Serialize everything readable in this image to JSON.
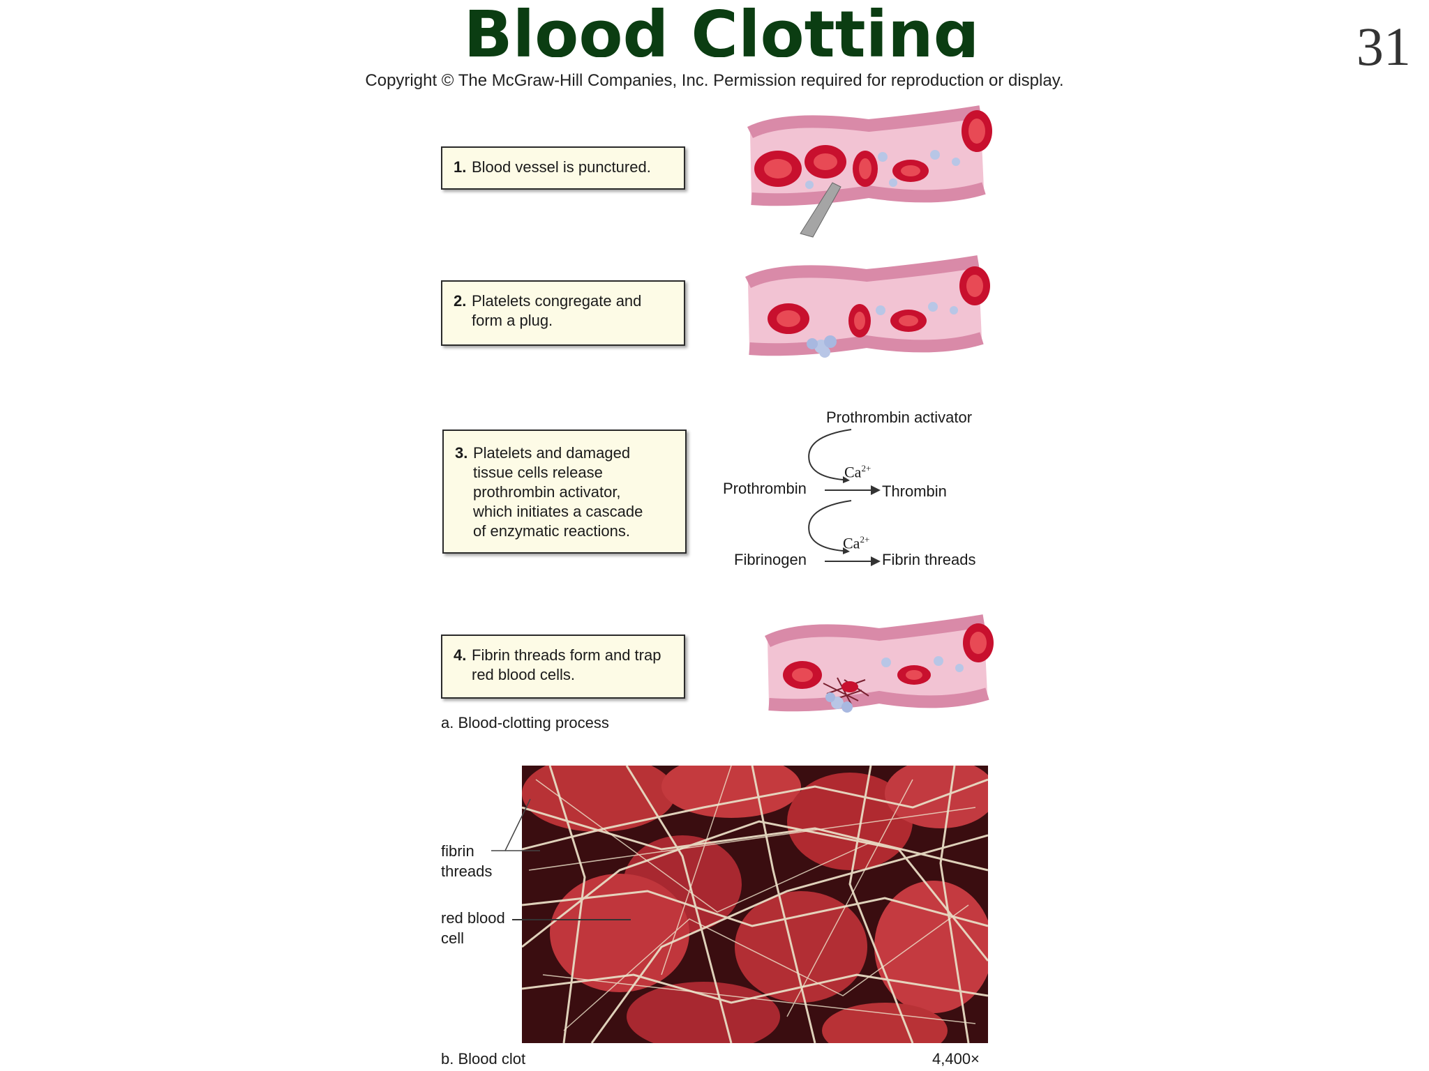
{
  "slide": {
    "title": "Blood Clotting",
    "number": "31",
    "copyright": "Copyright © The McGraw-Hill Companies, Inc. Permission required for reproduction or display."
  },
  "steps": [
    {
      "num": "1.",
      "text": "Blood vessel is punctured."
    },
    {
      "num": "2.",
      "text": "Platelets congregate and\nform a plug."
    },
    {
      "num": "3.",
      "text": "Platelets and damaged\ntissue cells release\nprothrombin activator,\nwhich initiates a cascade\nof enzymatic reactions."
    },
    {
      "num": "4.",
      "text": "Fibrin threads form and trap\nred blood cells."
    }
  ],
  "cascade": {
    "activator": "Prothrombin activator",
    "calcium": "Ca",
    "calcium_charge": "2+",
    "prothrombin": "Prothrombin",
    "thrombin": "Thrombin",
    "fibrinogen": "Fibrinogen",
    "fibrin": "Fibrin threads"
  },
  "captions": {
    "part_a": "a. Blood-clotting process",
    "part_b": "b. Blood clot",
    "magnification": "4,400×",
    "fibrin_label": "fibrin\nthreads",
    "rbc_label": "red blood\ncell"
  },
  "colors": {
    "title_green": "#0b3d12",
    "box_fill": "#fdfbe6",
    "vessel_pink": "#e9a3bd",
    "rbc_red": "#d8141e",
    "platelet_blue": "#b8c6e6",
    "fibrin_tan": "#e8dcc4"
  }
}
